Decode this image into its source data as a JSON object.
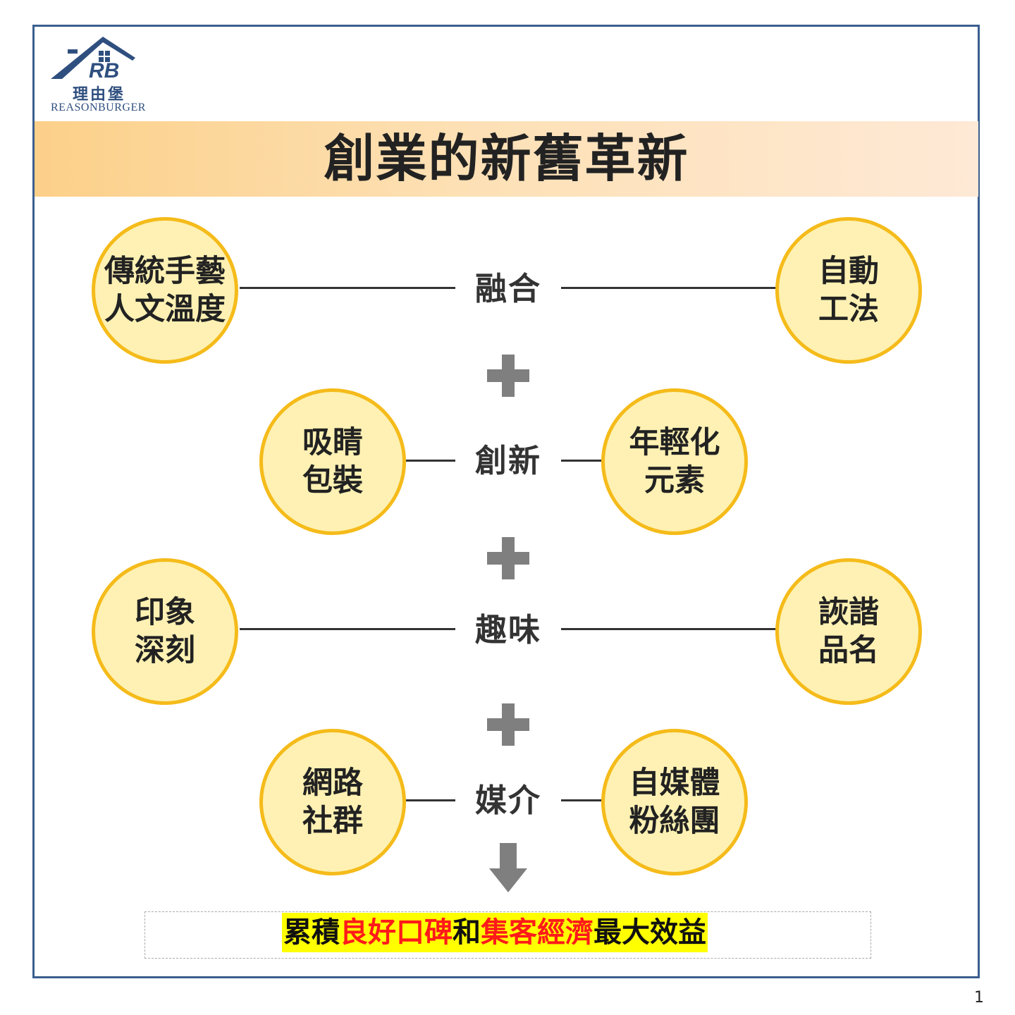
{
  "logo": {
    "letters": "RB",
    "chinese": "理由堡",
    "english": "REASONBURGER",
    "color": "#2f4f7f"
  },
  "title": "創業的新舊革新",
  "rows": [
    {
      "left": [
        "傳統手藝",
        "人文溫度"
      ],
      "center": "融合",
      "right": [
        "自動",
        "工法"
      ]
    },
    {
      "left": [
        "吸睛",
        "包裝"
      ],
      "center": "創新",
      "right": [
        "年輕化",
        "元素"
      ]
    },
    {
      "left": [
        "印象",
        "深刻"
      ],
      "center": "趣味",
      "right": [
        "詼諧",
        "品名"
      ]
    },
    {
      "left": [
        "網路",
        "社群"
      ],
      "center": "媒介",
      "right": [
        "自媒體",
        "粉絲團"
      ]
    }
  ],
  "icons": {
    "plus": "plus-icon",
    "arrow": "arrow-down-icon"
  },
  "result": {
    "part1": "累積",
    "part2": "良好口碑",
    "part3": "和",
    "part4": "集客經濟",
    "part5": "最大效益"
  },
  "colors": {
    "circle_fill": "#fef1b3",
    "circle_border": "#f5bb1a",
    "highlight": "#ffff00",
    "emphasis": "#ff1a1a",
    "frame": "#3b5f8e"
  },
  "page_number": "1"
}
